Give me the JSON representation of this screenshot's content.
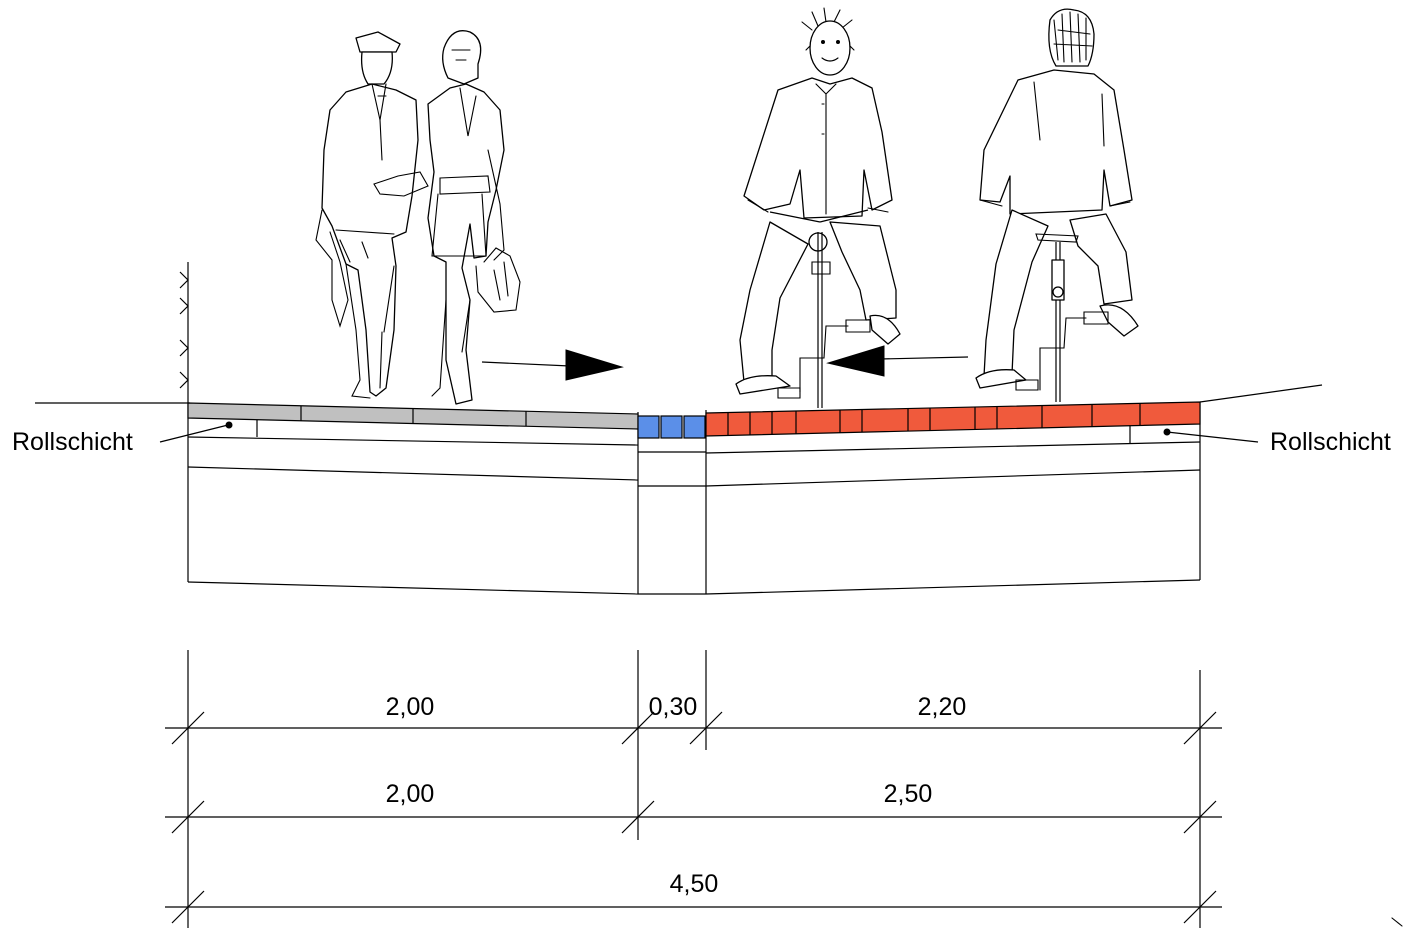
{
  "labels": {
    "left_layer": "Rollschicht",
    "right_layer": "Rollschicht"
  },
  "dimensions": {
    "row1": [
      "2,00",
      "0,30",
      "2,20"
    ],
    "row2": [
      "2,00",
      "2,50"
    ],
    "row3": [
      "4,50"
    ]
  },
  "colors": {
    "footpath_paving": "#c0c0c0",
    "separator_strip": "#5b8fe8",
    "bike_lane_paving": "#f05a3c",
    "lines": "#000000"
  },
  "icons": {
    "pedestrians": "two-pedestrians-walking",
    "cyclists": "two-cyclists-riding",
    "direction_right": "arrow-right",
    "direction_left": "arrow-left"
  }
}
